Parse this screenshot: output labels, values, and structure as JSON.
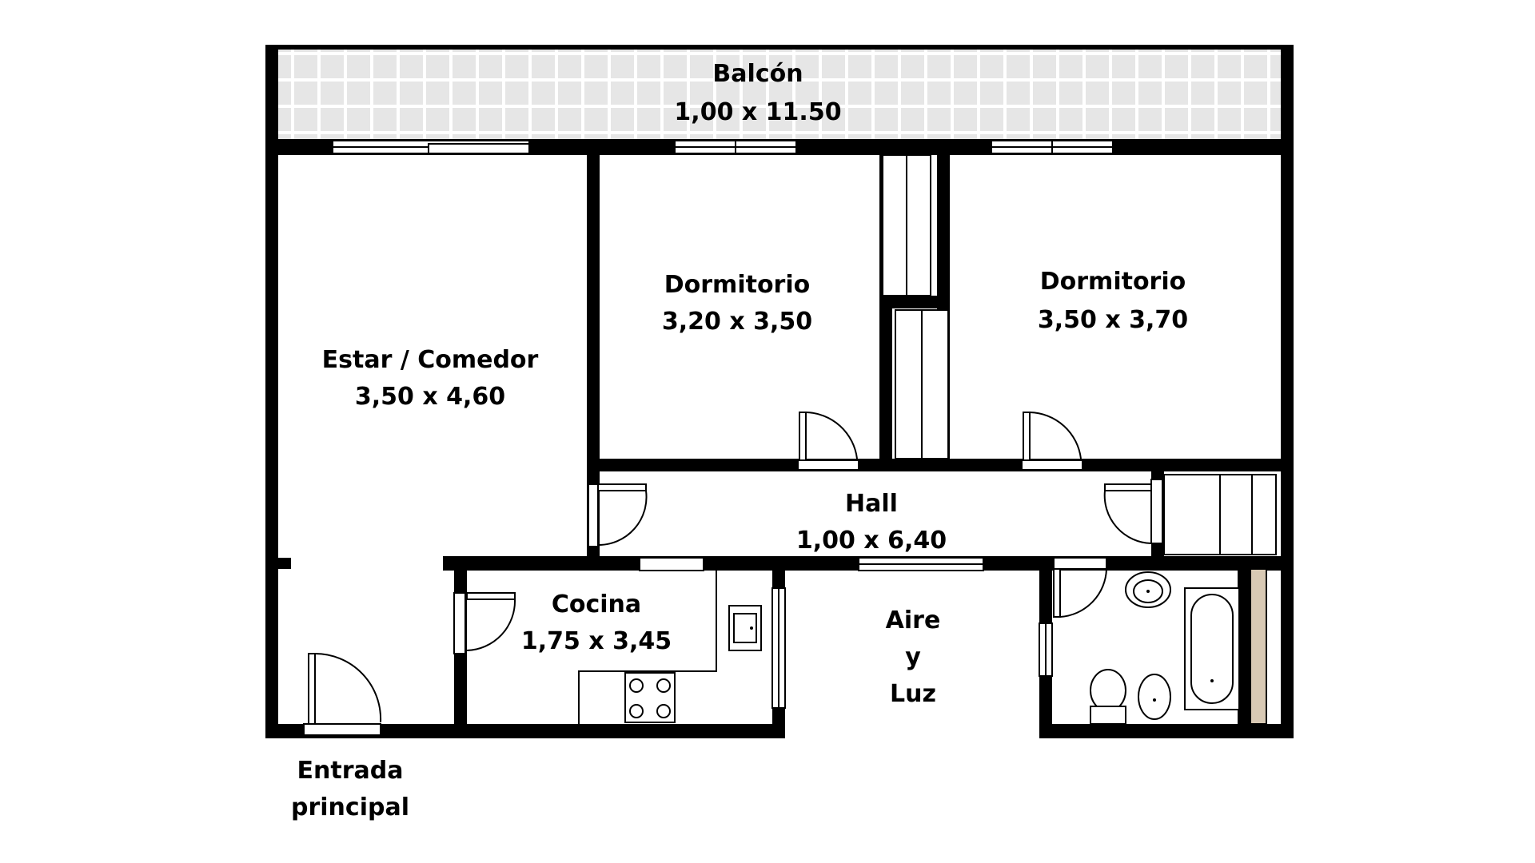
{
  "rooms": {
    "balcony": {
      "name": "Balcón",
      "size": "1,00 x 11.50"
    },
    "living": {
      "name": "Estar / Comedor",
      "size": "3,50 x 4,60"
    },
    "bedroom1": {
      "name": "Dormitorio",
      "size": "3,20 x 3,50"
    },
    "bedroom2": {
      "name": "Dormitorio",
      "size": "3,50 x 3,70"
    },
    "hall": {
      "name": "Hall",
      "size": "1,00 x 6,40"
    },
    "kitchen": {
      "name": "Cocina",
      "size": "1,75 x 3,45"
    },
    "airlight": {
      "line1": "Aire",
      "line2": "y",
      "line3": "Luz"
    },
    "entrance": {
      "line1": "Entrada",
      "line2": "principal"
    }
  },
  "colors": {
    "wall": "#000000",
    "balcony_tile": "#e6e6e6",
    "balcony_grout": "#ffffff",
    "duct": "#d8c9b4"
  }
}
